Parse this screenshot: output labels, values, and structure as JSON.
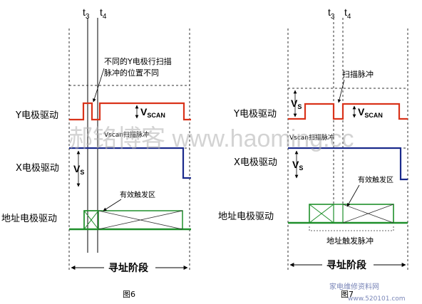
{
  "colors": {
    "y_wave": "#d9331a",
    "x_wave": "#1a2a8c",
    "addr_wave": "#1f8f2b",
    "dashed": "#333333",
    "watermark_text": "#b0b0b0",
    "footer_watermark": "#7a86b8"
  },
  "fig6": {
    "t3": "t",
    "t3_sub": "3",
    "t4": "t",
    "t4_sub": "4",
    "note_line1": "不同的Y电极行扫描",
    "note_line2": "脉冲的位置不同",
    "y_label": "Y电极驱动",
    "x_label": "X电极驱动",
    "addr_label": "地址电极驱动",
    "vscan": "V",
    "vscan_sub": "SCAN",
    "vscan_pulse": "Vscan扫描脉冲",
    "vs": "V",
    "vs_sub": "S",
    "valid_zone": "有效触发区",
    "phase": "寻址阶段",
    "caption": "图6"
  },
  "fig7": {
    "t3": "t",
    "t3_sub": "3",
    "t4": "t",
    "t4_sub": "4",
    "scan_pulse": "扫描脉冲",
    "y_label": "Y电极驱动",
    "x_label": "X电极驱动",
    "addr_label": "地址电极驱动",
    "vs_top": "V",
    "vs_top_sub": "S",
    "vscan": "V",
    "vscan_sub": "SCAN",
    "vscan_pulse": "Vscan扫描脉冲",
    "vs": "V",
    "vs_sub": "S",
    "valid_zone": "有效触发区",
    "addr_pulse": "地址触发脉冲",
    "phase": "寻址阶段",
    "caption": "图7"
  },
  "watermark": {
    "text": "郝铭博客 www.haoming.cc",
    "footer": "家电维修资料网",
    "footer_url": "www.520101.com"
  }
}
